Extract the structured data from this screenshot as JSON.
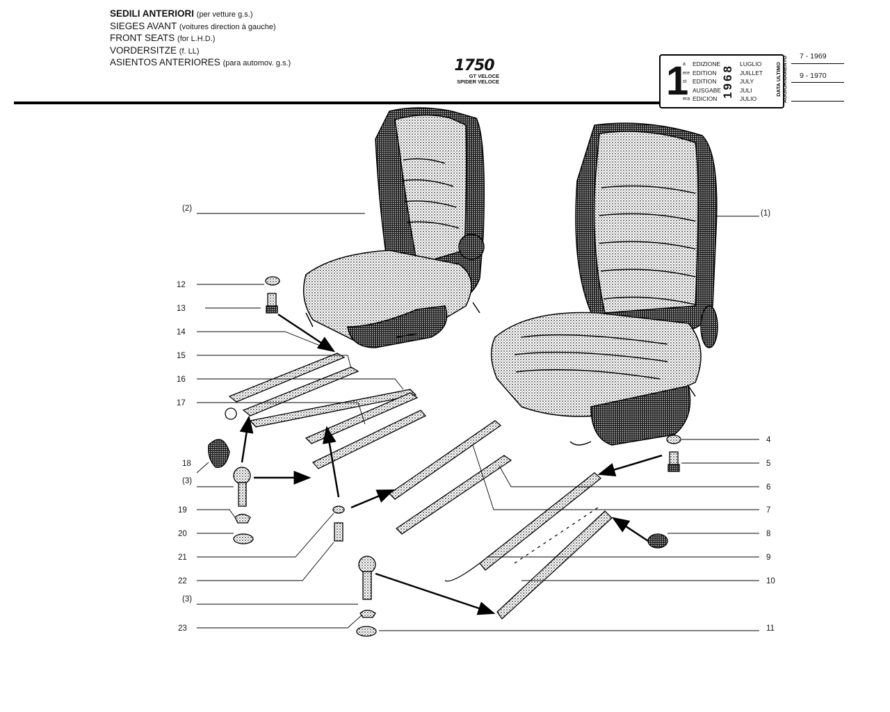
{
  "header": {
    "titles": [
      {
        "main": "SEDILI ANTERIORI",
        "note": "(per vetture g.s.)"
      },
      {
        "main": "SIEGES AVANT",
        "note": "(voitures direction à gauche)"
      },
      {
        "main": "FRONT SEATS",
        "note": "(for L.H.D.)"
      },
      {
        "main": "VORDERSITZE",
        "note": "(f. LL)"
      },
      {
        "main": "ASIENTOS ANTERIORES",
        "note": "(para automov. g.s.)"
      }
    ],
    "model": {
      "number": "1750",
      "variant1": "GT VELOCE",
      "variant2": "SPIDER VELOCE"
    }
  },
  "edition_box": {
    "number": "1",
    "ordinals": [
      "a",
      "ere",
      "st",
      ".",
      "era"
    ],
    "languages": [
      "EDIZIONE",
      "EDITION",
      "EDITION",
      "AUSGABE",
      "EDICION"
    ],
    "year": "1968",
    "months": [
      "LUGLIO",
      "JUILLET",
      "JULY",
      "JULI",
      "JULIO"
    ]
  },
  "update": {
    "label_line1": "DATA ULTIMO",
    "label_line2": "AGGIORNAMENTO",
    "dates": [
      "7 - 1969",
      "9 - 1970",
      ""
    ]
  },
  "callouts": {
    "seat_2": "(2)",
    "seat_1": "(1)",
    "p12": "12",
    "p13": "13",
    "p14": "14",
    "p15": "15",
    "p16": "16",
    "p17": "17",
    "p18": "18",
    "p3a": "(3)",
    "p19": "19",
    "p20": "20",
    "p21": "21",
    "p22": "22",
    "p3b": "(3)",
    "p23": "23",
    "p4": "4",
    "p5": "5",
    "p6": "6",
    "p7": "7",
    "p8": "8",
    "p9": "9",
    "p10": "10",
    "p11": "11"
  }
}
